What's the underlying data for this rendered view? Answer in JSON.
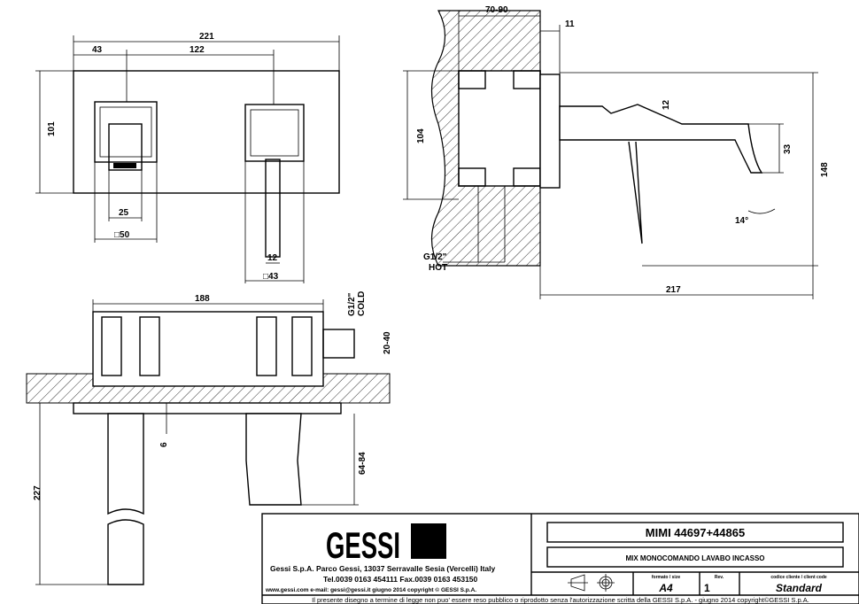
{
  "drawing": {
    "front_view": {
      "width_total": "221",
      "offset_left": "43",
      "handle_spacing": "122",
      "height": "101",
      "cartridge_width": "25",
      "left_square": "□50",
      "lever_width": "12",
      "right_square": "□43"
    },
    "side_view": {
      "wall_depth": "70-90",
      "plate_thickness": "11",
      "body_height": "104",
      "spout_thickness": "12",
      "spout_drop": "33",
      "total_height": "148",
      "angle": "14°",
      "inlet_hot": "G1/2\"",
      "hot_label": "HOT",
      "projection": "217"
    },
    "top_view": {
      "body_width": "188",
      "inlet_cold": "G1/2\"",
      "cold_label": "COLD",
      "wall_finish": "20-40",
      "plate_gap": "6",
      "lever_depth": "64-84",
      "spout_length": "227"
    }
  },
  "title_block": {
    "logo": "GESSI",
    "company": "Gessi S.p.A. Parco Gessi, 13037 Serravalle Sesia (Vercelli) Italy",
    "contacts": "Tel.0039 0163 454111 Fax.0039 0163 453150",
    "web": "www.gessi.com e-mail: gessi@gessi.it   giugno 2014   copyright © GESSI S.p.A.",
    "product": "MIMI 44697+44865",
    "description": "MIX MONOCOMANDO LAVABO INCASSO",
    "format_label": "formato / size",
    "format": "A4",
    "rev_label": "Rev.",
    "rev": "1",
    "code_label": "codice cliente / client code",
    "code": "Standard",
    "disclaimer": "Il presente disegno a termine di legge non puo' essere reso pubblico o riprodotto senza l'autorizzazione scritta della GESSI S.p.A. - giugno 2014 copyright©GESSI S.p.A."
  }
}
